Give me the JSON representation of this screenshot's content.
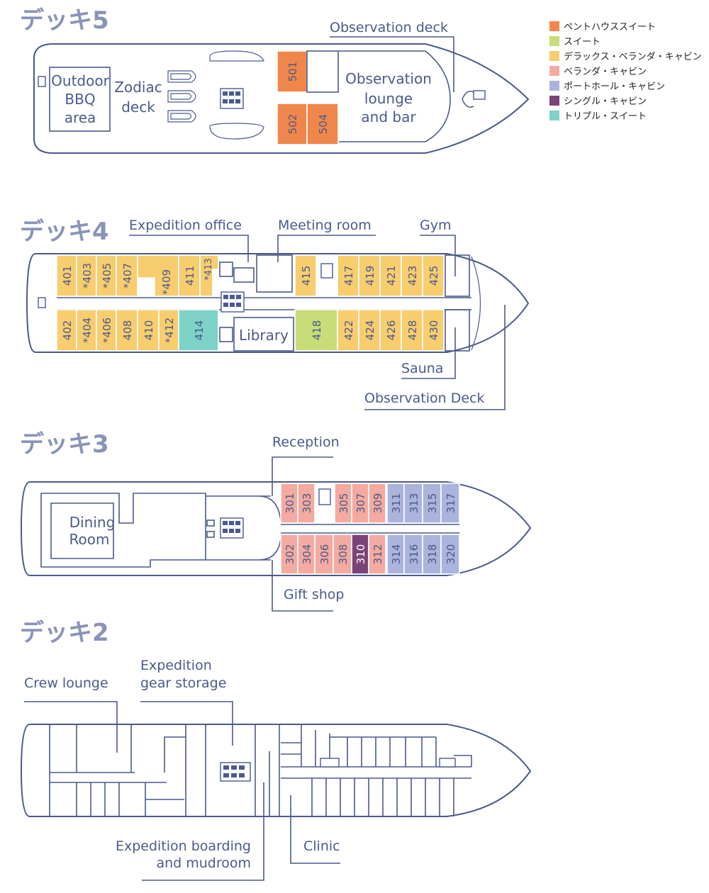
{
  "decks": {
    "deck5": {
      "title": "デッキ5",
      "labels": {
        "observation_deck": "Observation deck",
        "outdoor_bbq": [
          "Outdoor",
          "BBQ",
          "area"
        ],
        "zodiac": [
          "Zodiac",
          "deck"
        ],
        "obs_lounge": [
          "Observation",
          "lounge",
          "and bar"
        ]
      },
      "cabins": [
        {
          "num": "501",
          "type": "penthouse"
        },
        {
          "num": "502",
          "type": "penthouse"
        },
        {
          "num": "504",
          "type": "penthouse"
        }
      ]
    },
    "deck4": {
      "title": "デッキ4",
      "labels": {
        "expedition_office": "Expedition office",
        "meeting_room": "Meeting room",
        "gym": "Gym",
        "library": "Library",
        "sauna": "Sauna",
        "observation_deck": "Observation Deck"
      },
      "top_left": [
        "401",
        "*403",
        "*405",
        "*407",
        "*409",
        "411",
        "*413"
      ],
      "bottom_left": [
        "402",
        "*404",
        "*406",
        "408",
        "410",
        "*412",
        "414"
      ],
      "top_right": [
        "415",
        "417",
        "419",
        "421",
        "423",
        "425"
      ],
      "bottom_right": [
        "418",
        "422",
        "424",
        "426",
        "428",
        "430"
      ]
    },
    "deck3": {
      "title": "デッキ3",
      "labels": {
        "reception": "Reception",
        "dining": [
          "Dining",
          "Room"
        ],
        "gift_shop": "Gift shop"
      },
      "top": [
        "301",
        "303",
        "305",
        "307",
        "309",
        "311",
        "313",
        "315",
        "317"
      ],
      "bottom": [
        "302",
        "304",
        "306",
        "308",
        "310",
        "312",
        "314",
        "316",
        "318",
        "320"
      ]
    },
    "deck2": {
      "title": "デッキ2",
      "labels": {
        "crew_lounge": "Crew lounge",
        "gear_storage": [
          "Expedition",
          "gear storage"
        ],
        "boarding": [
          "Expedition boarding",
          "and mudroom"
        ],
        "clinic": "Clinic"
      }
    }
  },
  "legend": [
    {
      "label": "ペントハウススイート",
      "color": "#f0874a"
    },
    {
      "label": "スイート",
      "color": "#c8dc78"
    },
    {
      "label": "デラックス・ベランダ・キャビン",
      "color": "#f7cd6e"
    },
    {
      "label": "ベランダ・キャビン",
      "color": "#f4aaa0"
    },
    {
      "label": "ポートホール・キャビン",
      "color": "#aab4dc"
    },
    {
      "label": "シングル・キャビン",
      "color": "#7a4478"
    },
    {
      "label": "トリプル・スイート",
      "color": "#7ed2c8"
    }
  ]
}
